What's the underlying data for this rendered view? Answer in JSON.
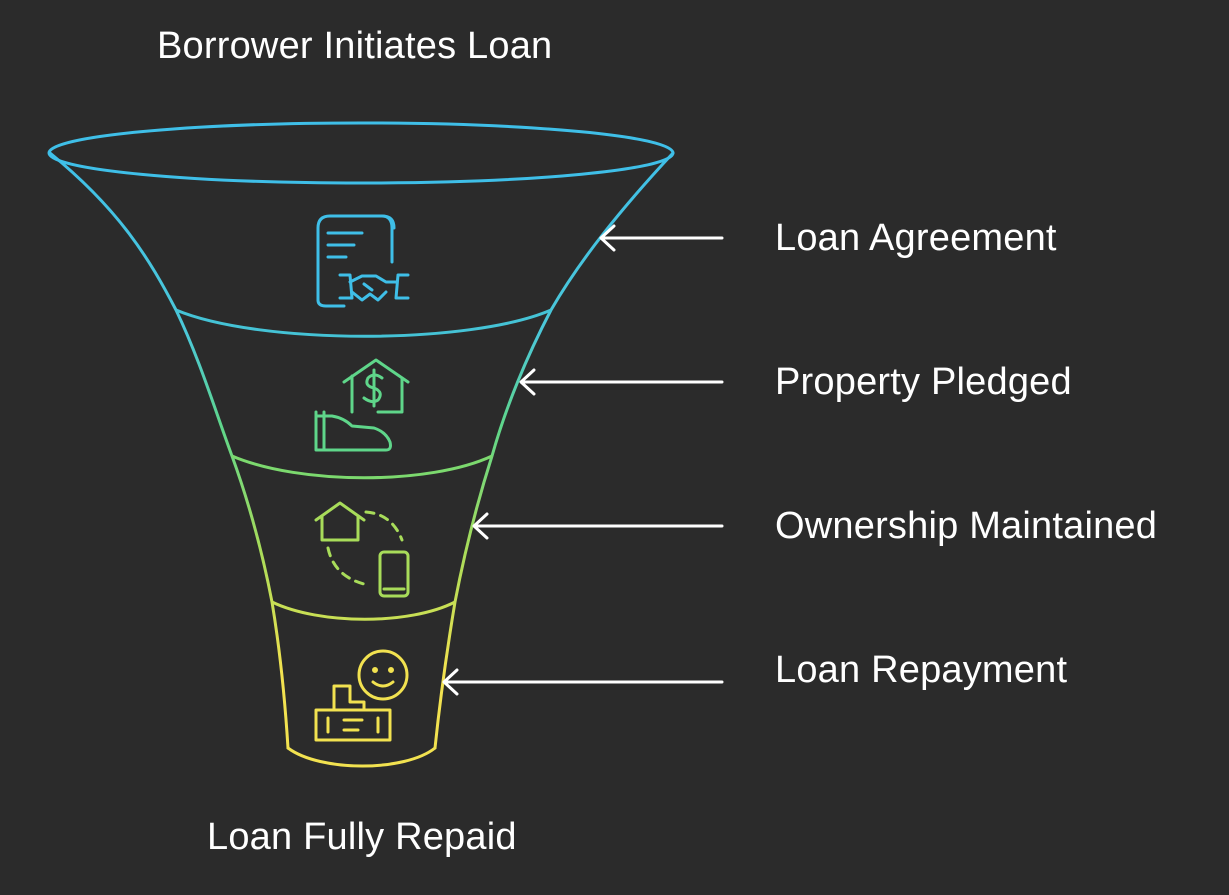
{
  "diagram": {
    "top_label": "Borrower Initiates Loan",
    "bottom_label": "Loan Fully Repaid",
    "stages": [
      {
        "label": "Loan Agreement",
        "icon": "contract-handshake-icon",
        "color": "#3fbfe8"
      },
      {
        "label": "Property Pledged",
        "icon": "hand-house-dollar-icon",
        "color": "#5fd68a"
      },
      {
        "label": "Ownership Maintained",
        "icon": "house-phone-cycle-icon",
        "color": "#a8dc5a"
      },
      {
        "label": "Loan Repayment",
        "icon": "smiley-money-stack-icon",
        "color": "#f2e250"
      }
    ],
    "background": "#2b2b2b",
    "text_color": "#ffffff",
    "arrow_color": "#ffffff"
  }
}
